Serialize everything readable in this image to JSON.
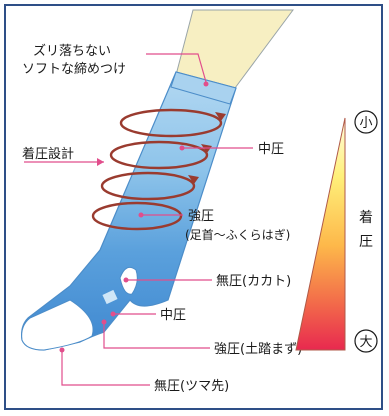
{
  "labels": {
    "no_slip_line1": "ズリ落ちない",
    "no_slip_line2": "ソフトな締めつけ",
    "design": "着圧設計",
    "medium_upper": "中圧",
    "strong_calf_line1": "強圧",
    "strong_calf_line2": "(足首〜ふくらはぎ)",
    "none_heel": "無圧(カカト)",
    "medium_lower": "中圧",
    "strong_arch": "強圧(土踏まず)",
    "none_toe": "無圧(ツマ先)"
  },
  "scale": {
    "small": "小",
    "large": "大",
    "title_top": "着",
    "title_bottom": "圧"
  },
  "colors": {
    "frame": "#2e4f87",
    "sock_blue": "#3f88d0",
    "sock_light": "#a9d2ef",
    "skin": "#f7efc2",
    "spiral": "#9a3b2f",
    "leader_pink": "#e14e8c"
  }
}
